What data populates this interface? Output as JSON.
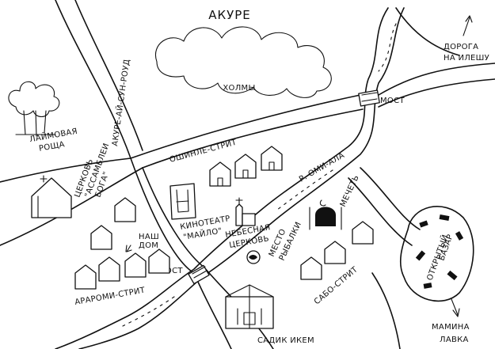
{
  "map": {
    "title": "АКУРЕ",
    "labels": {
      "hills": "ХОЛМЫ",
      "road_vertical": "АКУРЕ-АЙ-СУН-РОУД",
      "oshinle": "ОШИНЛЕ-СТРИТ",
      "river": "Р. ОМИ-АЛА",
      "bridge_top": "МОСТ",
      "bridge_bottom": "МОСТ",
      "road_north_1": "ДОРОГА",
      "road_north_2": "НА ИЛЕШУ",
      "grove_1": "ЛАЙМОВАЯ",
      "grove_2": "РОЩА",
      "church_1": "ЦЕРКОВЬ",
      "church_2": "\"АССАМБЛЕИ",
      "church_3": "БОГА\"",
      "cinema_1": "КИНОТЕАТР",
      "cinema_2": "\"МАЙЛО\"",
      "heavenly_1": "НЕБЕСНАЯ",
      "heavenly_2": "ЦЕРКОВЬ",
      "mosque": "МЕЧЕТЬ",
      "fishing_1": "МЕСТО",
      "fishing_2": "РЫБАЛКИ",
      "our_house_1": "НАШ",
      "our_house_2": "ДОМ",
      "araromi": "АРАРОМИ-СТРИТ",
      "sabo": "САБО-СТРИТ",
      "market_1": "ОТКРЫТЫЙ",
      "market_2": "БАЗАР",
      "mama_shop_1": "МАМИНА",
      "mama_shop_2": "ЛАВКА",
      "garden": "САДИК ИКЕМ"
    }
  }
}
